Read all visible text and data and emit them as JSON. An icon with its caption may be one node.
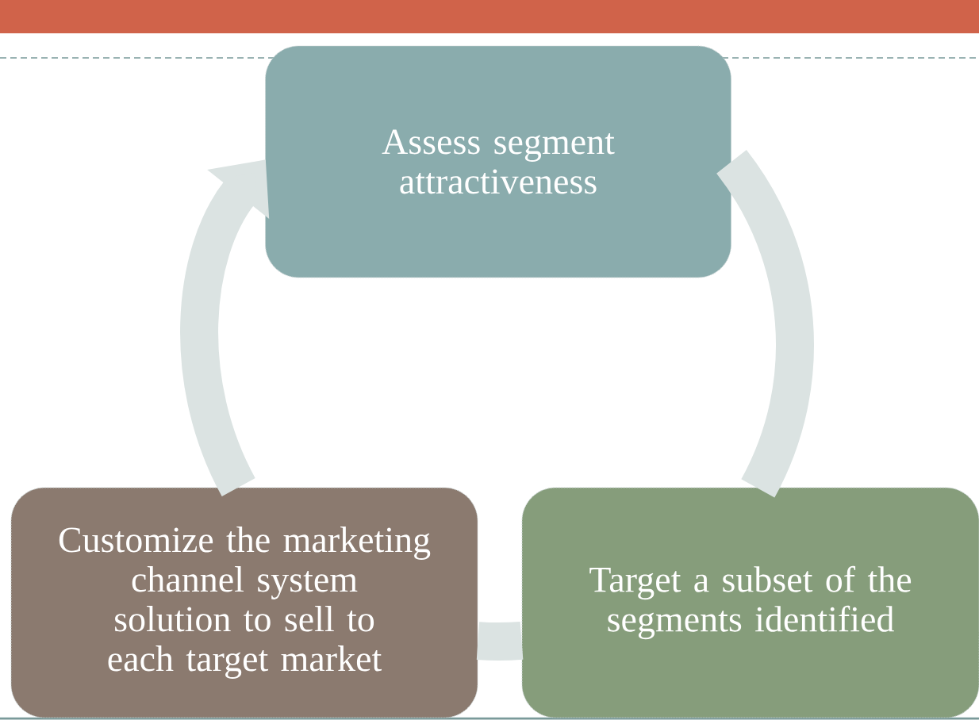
{
  "diagram": {
    "nodes": [
      {
        "text": [
          "Assess segment attractiveness"
        ]
      },
      {
        "text": [
          "Customize the marketing channel system solution to sell to each target market"
        ]
      },
      {
        "text": [
          "Target a subset of the segments identified"
        ]
      }
    ],
    "edges": [
      {
        "from": 1,
        "to": 0,
        "arrow": "to"
      },
      {
        "from": 0,
        "to": 2,
        "arrow": "none"
      },
      {
        "from": 2,
        "to": 1,
        "arrow": "none"
      }
    ]
  }
}
